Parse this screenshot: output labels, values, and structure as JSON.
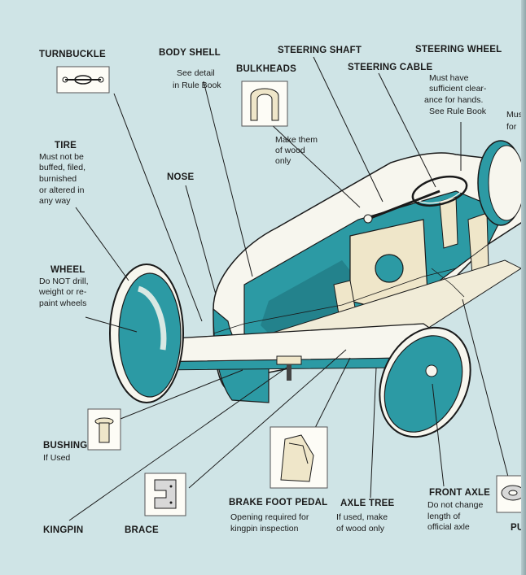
{
  "colors": {
    "background": "#cfe4e6",
    "teal": "#2c9aa4",
    "teal_dark": "#1e6f78",
    "body_white": "#f7f6ee",
    "wood": "#efe6c9",
    "line": "#1a1a1a"
  },
  "labels": {
    "turnbuckle": {
      "title": "TURNBUCKLE"
    },
    "body_shell": {
      "title": "BODY SHELL",
      "note": [
        "See detail",
        "in Rule Book"
      ]
    },
    "bulkheads": {
      "title": "BULKHEADS",
      "note": [
        "Make them",
        "of wood",
        "only"
      ]
    },
    "steering_shaft": {
      "title": "STEERING SHAFT"
    },
    "steering_cable": {
      "title": "STEERING CABLE"
    },
    "steering_wheel": {
      "title": "STEERING WHEEL",
      "note": [
        "Must have",
        "sufficient clear-",
        "ance for hands.",
        "See Rule Book"
      ]
    },
    "cutoff_right": {
      "lines": [
        "Mus",
        "for"
      ]
    },
    "tire": {
      "title": "TIRE",
      "note": [
        "Must not be",
        "buffed, filed,",
        "burnished",
        "or altered in",
        "any way"
      ]
    },
    "nose": {
      "title": "NOSE"
    },
    "wheel": {
      "title": "WHEEL",
      "note": [
        "Do NOT drill,",
        "weight or re-",
        "paint wheels"
      ]
    },
    "bushing": {
      "title": "BUSHING",
      "note": "If Used"
    },
    "kingpin": {
      "title": "KINGPIN"
    },
    "brace": {
      "title": "BRACE"
    },
    "brake_foot_pedal": {
      "title": "BRAKE FOOT PEDAL",
      "note": [
        "Opening required for",
        "kingpin inspection"
      ]
    },
    "axle_tree": {
      "title": "AXLE TREE",
      "note": [
        "If used, make",
        "of wood only"
      ]
    },
    "front_axle": {
      "title": "FRONT AXLE",
      "note": [
        "Do not change",
        "length of",
        "official axle"
      ]
    },
    "pulley_cut": {
      "title": "PU"
    }
  }
}
